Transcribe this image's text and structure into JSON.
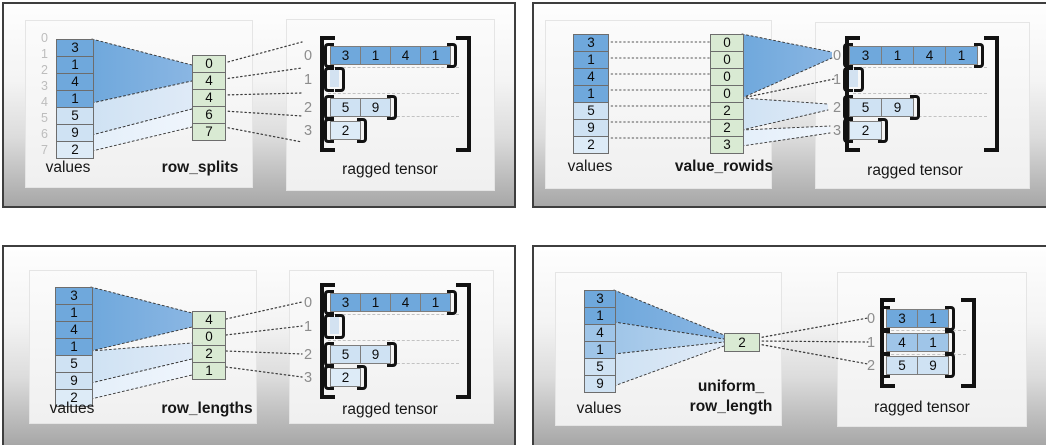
{
  "colors": {
    "dark": "#6fa8dc",
    "med": "#9fc5e8",
    "light": "#cfe2f3",
    "pale": "#ddebf7",
    "empty": "#d3e2f1",
    "green": "#d9ead3"
  },
  "panels": [
    {
      "name": "row_splits",
      "values_label": "values",
      "key_lines": [
        "row_splits"
      ],
      "tensor_label": "ragged tensor",
      "index_labels": [
        "0",
        "1",
        "2",
        "3",
        "4",
        "5",
        "6",
        "7"
      ],
      "values": [
        {
          "v": "3",
          "c": "dark"
        },
        {
          "v": "1",
          "c": "dark"
        },
        {
          "v": "4",
          "c": "dark"
        },
        {
          "v": "1",
          "c": "dark"
        },
        {
          "v": "5",
          "c": "light"
        },
        {
          "v": "9",
          "c": "light"
        },
        {
          "v": "2",
          "c": "pale"
        }
      ],
      "keys": [
        "0",
        "4",
        "4",
        "6",
        "7"
      ],
      "tensor_rows": [
        {
          "label": "0",
          "cells": [
            "3",
            "1",
            "4",
            "1"
          ],
          "c": "dark"
        },
        {
          "label": "1",
          "cells": [],
          "c": "empty"
        },
        {
          "label": "2",
          "cells": [
            "5",
            "9"
          ],
          "c": "light"
        },
        {
          "label": "3",
          "cells": [
            "2"
          ],
          "c": "pale"
        }
      ]
    },
    {
      "name": "value_rowids",
      "values_label": "values",
      "key_lines": [
        "value_rowids"
      ],
      "tensor_label": "ragged tensor",
      "index_labels": null,
      "values": [
        {
          "v": "3",
          "c": "dark"
        },
        {
          "v": "1",
          "c": "dark"
        },
        {
          "v": "4",
          "c": "dark"
        },
        {
          "v": "1",
          "c": "dark"
        },
        {
          "v": "5",
          "c": "light"
        },
        {
          "v": "9",
          "c": "light"
        },
        {
          "v": "2",
          "c": "pale"
        }
      ],
      "keys": [
        "0",
        "0",
        "0",
        "0",
        "2",
        "2",
        "3"
      ],
      "tensor_rows": [
        {
          "label": "0",
          "cells": [
            "3",
            "1",
            "4",
            "1"
          ],
          "c": "dark"
        },
        {
          "label": "1",
          "cells": [],
          "c": "empty"
        },
        {
          "label": "2",
          "cells": [
            "5",
            "9"
          ],
          "c": "light"
        },
        {
          "label": "3",
          "cells": [
            "2"
          ],
          "c": "pale"
        }
      ]
    },
    {
      "name": "row_lengths",
      "values_label": "values",
      "key_lines": [
        "row_lengths"
      ],
      "tensor_label": "ragged tensor",
      "index_labels": null,
      "values": [
        {
          "v": "3",
          "c": "dark"
        },
        {
          "v": "1",
          "c": "dark"
        },
        {
          "v": "4",
          "c": "dark"
        },
        {
          "v": "1",
          "c": "dark"
        },
        {
          "v": "5",
          "c": "light"
        },
        {
          "v": "9",
          "c": "light"
        },
        {
          "v": "2",
          "c": "pale"
        }
      ],
      "keys": [
        "4",
        "0",
        "2",
        "1"
      ],
      "tensor_rows": [
        {
          "label": "0",
          "cells": [
            "3",
            "1",
            "4",
            "1"
          ],
          "c": "dark"
        },
        {
          "label": "1",
          "cells": [],
          "c": "empty"
        },
        {
          "label": "2",
          "cells": [
            "5",
            "9"
          ],
          "c": "light"
        },
        {
          "label": "3",
          "cells": [
            "2"
          ],
          "c": "pale"
        }
      ]
    },
    {
      "name": "uniform_row_length",
      "values_label": "values",
      "key_lines": [
        "uniform_",
        "row_length"
      ],
      "tensor_label": "ragged tensor",
      "index_labels": null,
      "values": [
        {
          "v": "3",
          "c": "dark"
        },
        {
          "v": "1",
          "c": "dark"
        },
        {
          "v": "4",
          "c": "med"
        },
        {
          "v": "1",
          "c": "med"
        },
        {
          "v": "5",
          "c": "light"
        },
        {
          "v": "9",
          "c": "light"
        }
      ],
      "keys": [
        "2"
      ],
      "tensor_rows": [
        {
          "label": "0",
          "cells": [
            "3",
            "1"
          ],
          "c": "dark"
        },
        {
          "label": "1",
          "cells": [
            "4",
            "1"
          ],
          "c": "med"
        },
        {
          "label": "2",
          "cells": [
            "5",
            "9"
          ],
          "c": "light"
        }
      ]
    }
  ]
}
